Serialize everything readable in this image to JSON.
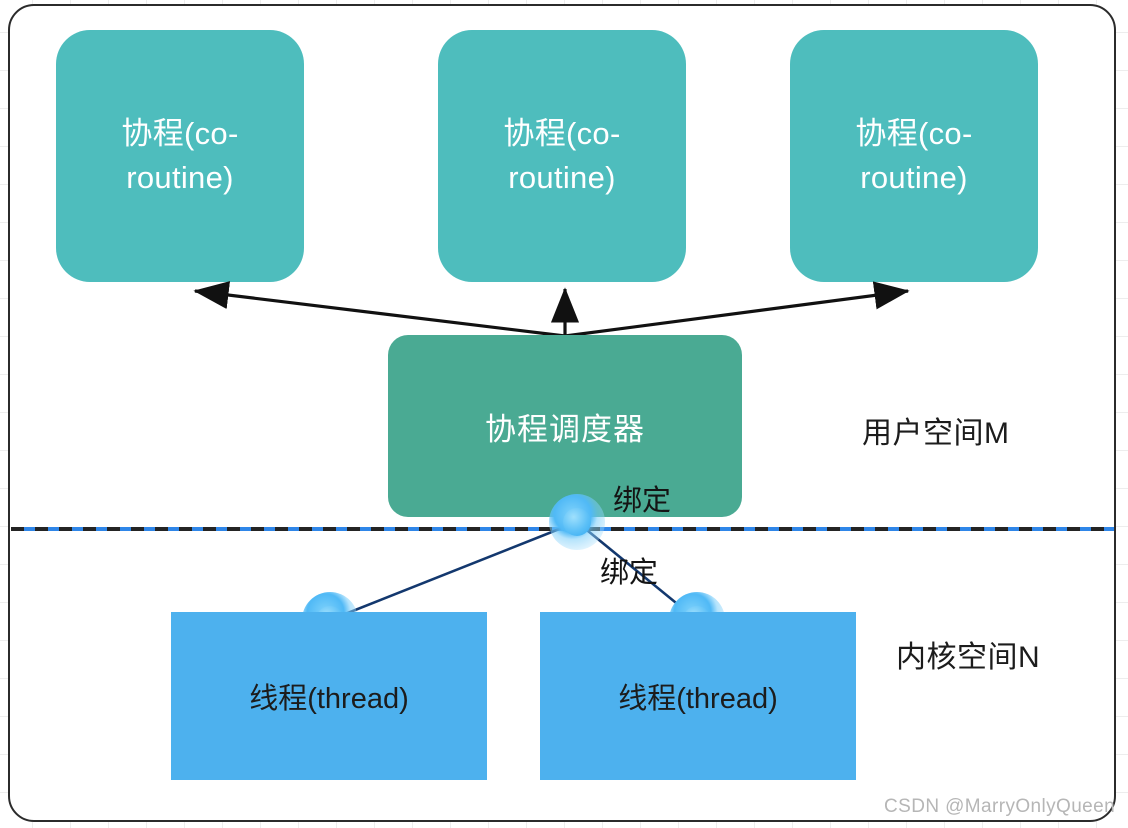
{
  "diagram": {
    "title": "Coroutine scheduling M:N model",
    "colors": {
      "coroutine_fill": "#4ebdbd",
      "scheduler_fill": "#4aaa93",
      "thread_fill": "#4db1ee",
      "divider_blue": "#2f86e8",
      "divider_dark": "#2b2b2b",
      "connector_line": "#13386e",
      "node_glow": "#5cc0f7",
      "frame_border": "#2b2b2b",
      "watermark_text": "#b6b6b6"
    },
    "coroutines": [
      {
        "label": "协程(co-routine)"
      },
      {
        "label": "协程(co-routine)"
      },
      {
        "label": "协程(co-routine)"
      }
    ],
    "scheduler": {
      "label": "协程调度器"
    },
    "threads": [
      {
        "label": "线程(thread)"
      },
      {
        "label": "线程(thread)"
      }
    ],
    "regions": {
      "user_space": "用户空间M",
      "kernel_space": "内核空间N"
    },
    "bindings": [
      {
        "label": "绑定"
      },
      {
        "label": "绑定"
      }
    ],
    "icons": {
      "node_scheduler": "binding-node-icon",
      "node_thread_left": "binding-node-icon",
      "node_thread_right": "binding-node-icon",
      "arrow_left": "arrow-up-left-icon",
      "arrow_center": "arrow-up-icon",
      "arrow_right": "arrow-up-right-icon",
      "divider": "dashed-divider-icon"
    },
    "watermark": "CSDN @MarryOnlyQueen"
  }
}
